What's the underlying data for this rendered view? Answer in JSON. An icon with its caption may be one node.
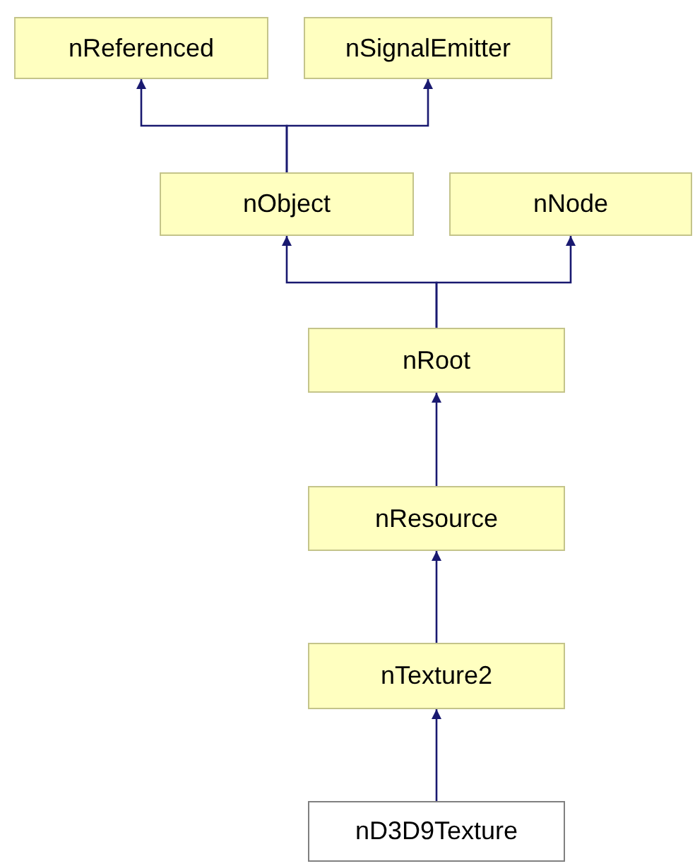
{
  "diagram": {
    "nodes": [
      {
        "text": [
          "nReferenced"
        ]
      },
      {
        "text": [
          "nSignalEmitter"
        ]
      },
      {
        "text": [
          "nObject"
        ]
      },
      {
        "text": [
          "nNode"
        ]
      },
      {
        "text": [
          "nRoot"
        ]
      },
      {
        "text": [
          "nResource"
        ]
      },
      {
        "text": [
          "nTexture2"
        ]
      },
      {
        "text": [
          "nD3D9Texture"
        ]
      }
    ],
    "edges": [
      {
        "from": 2,
        "to": 0,
        "arrow": "to"
      },
      {
        "from": 2,
        "to": 1,
        "arrow": "to"
      },
      {
        "from": 4,
        "to": 2,
        "arrow": "to"
      },
      {
        "from": 4,
        "to": 3,
        "arrow": "to"
      },
      {
        "from": 5,
        "to": 4,
        "arrow": "to"
      },
      {
        "from": 6,
        "to": 5,
        "arrow": "to"
      },
      {
        "from": 7,
        "to": 6,
        "arrow": "to"
      }
    ]
  }
}
